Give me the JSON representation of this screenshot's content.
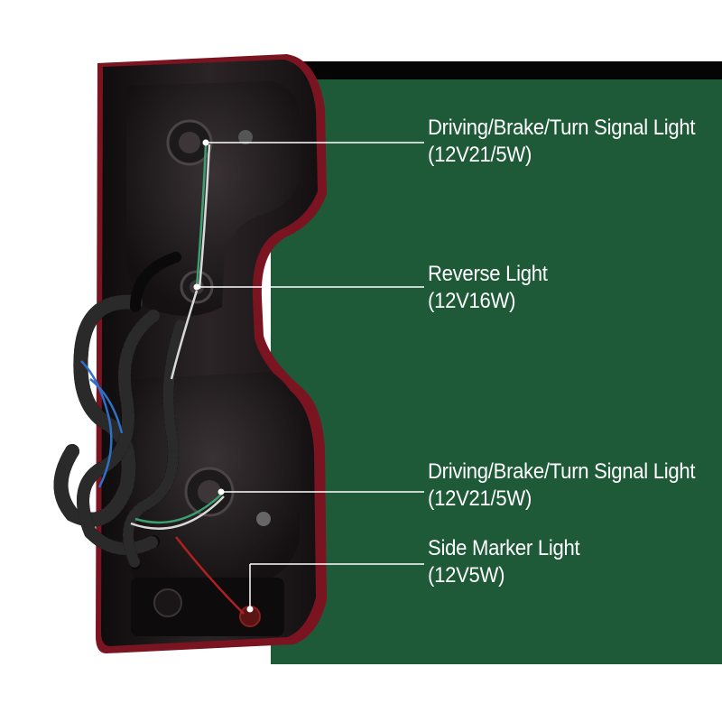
{
  "colors": {
    "panel_green": "#1e5a38",
    "panel_top_bar": "#050505",
    "lamp_housing": "#1a1416",
    "lamp_lens_red": "#8a1822",
    "callout_line": "#ffffff",
    "text": "#ffffff"
  },
  "callouts": [
    {
      "title": "Driving/Brake/Turn Signal Light",
      "spec": "(12V21/5W)"
    },
    {
      "title": "Reverse Light",
      "spec": "(12V16W)"
    },
    {
      "title": "Driving/Brake/Turn Signal Light",
      "spec": "(12V21/5W)"
    },
    {
      "title": "Side Marker Light",
      "spec": "(12V5W)"
    }
  ]
}
